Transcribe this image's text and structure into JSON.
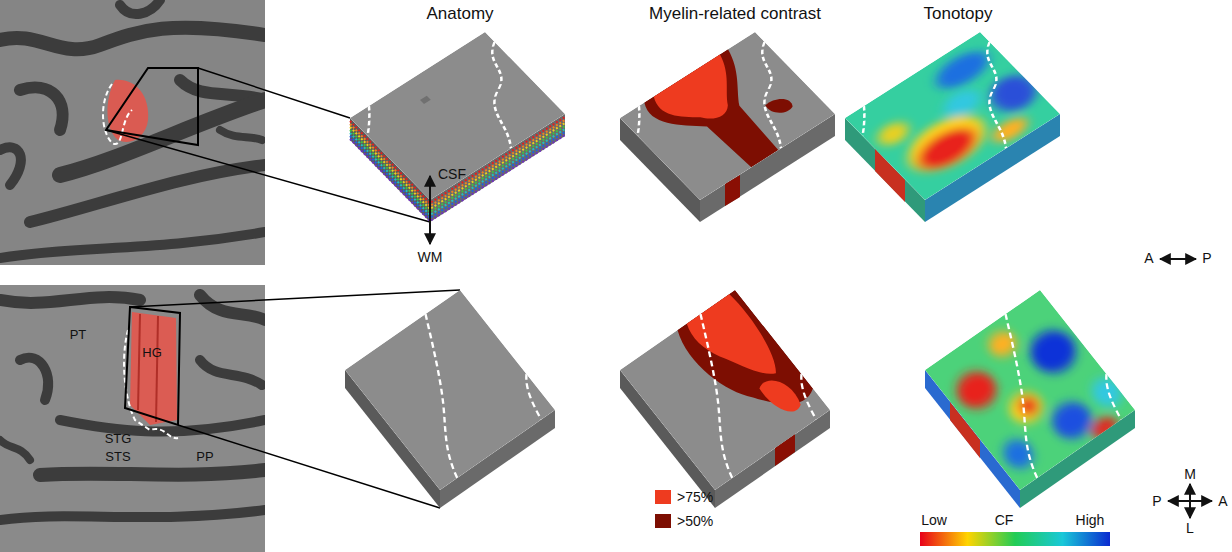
{
  "diagram": {
    "labels": [
      "Anatomy",
      "Myelin-related contrast",
      "Tonotopy",
      "CSF",
      "WM",
      "A",
      "P",
      "PT",
      "HG",
      "STG",
      "STS",
      "PP",
      "Low",
      "CF",
      "High",
      "M",
      "P",
      "A",
      "L"
    ],
    "legend": [
      {
        "text": ">75%",
        "color": "#ee3b1f"
      },
      {
        "text": ">50%",
        "color": "#7d0e02"
      }
    ]
  }
}
